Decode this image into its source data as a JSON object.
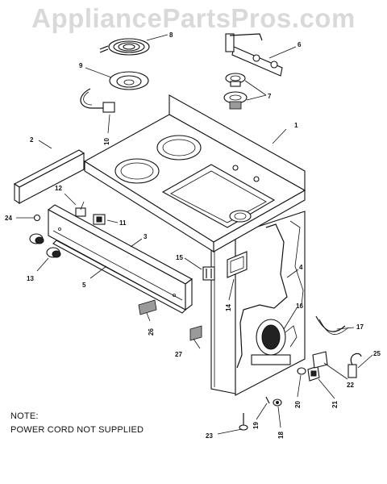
{
  "watermark": "AppliancePartsPros.com",
  "note": {
    "heading": "NOTE:",
    "text": "POWER CORD NOT SUPPLIED"
  },
  "callouts": {
    "c1": "1",
    "c2": "2",
    "c3": "3",
    "c4": "4",
    "c5": "5",
    "c6": "6",
    "c7": "7",
    "c8": "8",
    "c9": "9",
    "c10": "10",
    "c11": "11",
    "c12": "12",
    "c13": "13",
    "c14": "14",
    "c15": "15",
    "c16": "16",
    "c17": "17",
    "c18": "18",
    "c19": "19",
    "c20": "20",
    "c21": "21",
    "c22": "22",
    "c23": "23",
    "c24": "24",
    "c25": "25",
    "c26": "26",
    "c27": "27"
  }
}
